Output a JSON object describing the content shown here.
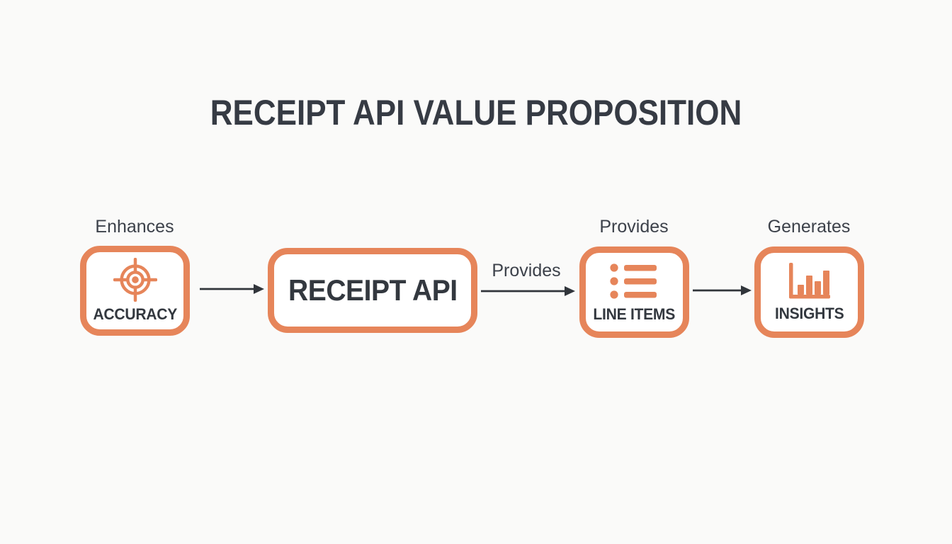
{
  "title": "RECEIPT API VALUE PROPOSITION",
  "colors": {
    "accent_orange": "#e6855a",
    "text_dark": "#363b44",
    "annotation_gray": "#3c414a",
    "arrow_dark": "#31353b",
    "background": "#fafaf9",
    "box_fill": "#ffffff"
  },
  "diagram": {
    "nodes": [
      {
        "id": "accuracy",
        "label": "ACCURACY",
        "icon": "target-icon",
        "annotation": "Enhances"
      },
      {
        "id": "receipt-api",
        "label": "RECEIPT API",
        "icon": "",
        "annotation": ""
      },
      {
        "id": "line-items",
        "label": "LINE ITEMS",
        "icon": "list-icon",
        "annotation": "Provides"
      },
      {
        "id": "insights",
        "label": "INSIGHTS",
        "icon": "bar-chart-icon",
        "annotation": "Generates"
      }
    ],
    "edges": [
      {
        "from": "accuracy",
        "to": "receipt-api",
        "label": ""
      },
      {
        "from": "receipt-api",
        "to": "line-items",
        "label": "Provides"
      },
      {
        "from": "line-items",
        "to": "insights",
        "label": ""
      }
    ]
  }
}
